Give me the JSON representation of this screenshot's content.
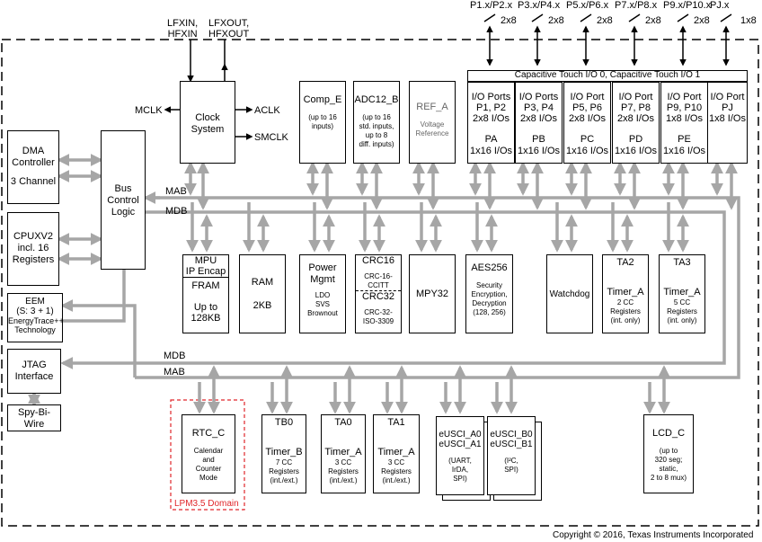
{
  "colors": {
    "arrow": "#a6a6a6",
    "line": "#000000",
    "lpm_domain": "#e0262a",
    "background": "#ffffff"
  },
  "clock": {
    "in_label": "LFXIN,\nHFXIN",
    "out_label": "LFXOUT,\nHFXOUT",
    "title": "Clock\nSystem",
    "mclk": "MCLK",
    "aclk": "ACLK",
    "smclk": "SMCLK"
  },
  "dma": {
    "title": "DMA\nController",
    "sub": "3 Channel"
  },
  "cpu": {
    "title": "CPUXV2\nincl. 16\nRegisters"
  },
  "bus": {
    "title": "Bus\nControl\nLogic"
  },
  "eem": {
    "title": "EEM\n(S: 3 + 1)",
    "sub": "EnergyTrace++\nTechnology"
  },
  "jtag": {
    "title": "JTAG\nInterface"
  },
  "spybi": {
    "title": "Spy-Bi-\nWire"
  },
  "buses": {
    "mab": "MAB",
    "mdb": "MDB"
  },
  "comp": {
    "title": "Comp_E",
    "sub": "(up to 16\ninputs)"
  },
  "adc": {
    "title": "ADC12_B",
    "sub": "(up to 16\nstd. inputs,\nup to 8\ndiff. inputs)"
  },
  "ref": {
    "title": "REF_A",
    "sub": "Voltage\nReference"
  },
  "cap_touch": "Capacitive Touch I/O 0, Capacitive Touch I/O 1",
  "ports": [
    {
      "pin": "P1.x/P2.x",
      "width": "2x8",
      "title": "I/O Ports\nP1, P2\n2x8 I/Os",
      "name": "PA",
      "io": "1x16 I/Os"
    },
    {
      "pin": "P3.x/P4.x",
      "width": "2x8",
      "title": "I/O Ports\nP3, P4\n2x8 I/Os",
      "name": "PB",
      "io": "1x16 I/Os"
    },
    {
      "pin": "P5.x/P6.x",
      "width": "2x8",
      "title": "I/O Port\nP5, P6\n2x8 I/Os",
      "name": "PC",
      "io": "1x16 I/Os"
    },
    {
      "pin": "P7.x/P8.x",
      "width": "2x8",
      "title": "I/O Port\nP7, P8\n2x8 I/Os",
      "name": "PD",
      "io": "1x16 I/Os"
    },
    {
      "pin": "P9.x/P10.x",
      "width": "2x8",
      "title": "I/O Port\nP9, P10\n1x8 I/Os",
      "name": "PE",
      "io": "1x16 I/Os"
    },
    {
      "pin": "PJ.x",
      "width": "1x8",
      "title": "I/O Port\nPJ\n1x8 I/Os",
      "name": "",
      "io": ""
    }
  ],
  "mid": {
    "mpu": {
      "title": "MPU\nIP Encap",
      "body": "FRAM\n\nUp to\n128KB"
    },
    "ram": {
      "title": "RAM\n\n2KB"
    },
    "power": {
      "title": "Power\nMgmt",
      "sub": "LDO\nSVS\nBrownout"
    },
    "crc": {
      "t1": "CRC16",
      "s1": "CRC-16-\nCCITT",
      "t2": "CRC32",
      "s2": "CRC-32-\nISO-3309"
    },
    "mpy": {
      "title": "MPY32"
    },
    "aes": {
      "title": "AES256",
      "sub": "Security\nEncryption,\nDecryption\n(128, 256)"
    },
    "wdt": {
      "title": "Watchdog"
    },
    "ta2": {
      "title": "TA2",
      "body": "Timer_A",
      "sub": "2 CC\nRegisters\n(int. only)"
    },
    "ta3": {
      "title": "TA3",
      "body": "Timer_A",
      "sub": "5 CC\nRegisters\n(int. only)"
    }
  },
  "bottom": {
    "rtc": {
      "title": "RTC_C",
      "sub": "Calendar\nand\nCounter\nMode"
    },
    "lpm": "LPM3.5 Domain",
    "tb0": {
      "title": "TB0",
      "body": "Timer_B",
      "sub": "7 CC\nRegisters\n(int./ext.)"
    },
    "ta0": {
      "title": "TA0",
      "body": "Timer_A",
      "sub": "3 CC\nRegisters\n(int./ext.)"
    },
    "ta1": {
      "title": "TA1",
      "body": "Timer_A",
      "sub": "3 CC\nRegisters\n(int./ext.)"
    },
    "usci_a": {
      "title": "eUSCI_A0\neUSCI_A1",
      "sub": "(UART,\nIrDA,\nSPI)"
    },
    "usci_b": {
      "title": "eUSCI_B0\neUSCI_B1",
      "sub": "(I²C,\nSPI)"
    },
    "lcd": {
      "title": "LCD_C",
      "sub": "(up to\n320 seg;\nstatic,\n2 to 8 mux)"
    }
  },
  "copyright": "Copyright © 2016, Texas Instruments Incorporated"
}
